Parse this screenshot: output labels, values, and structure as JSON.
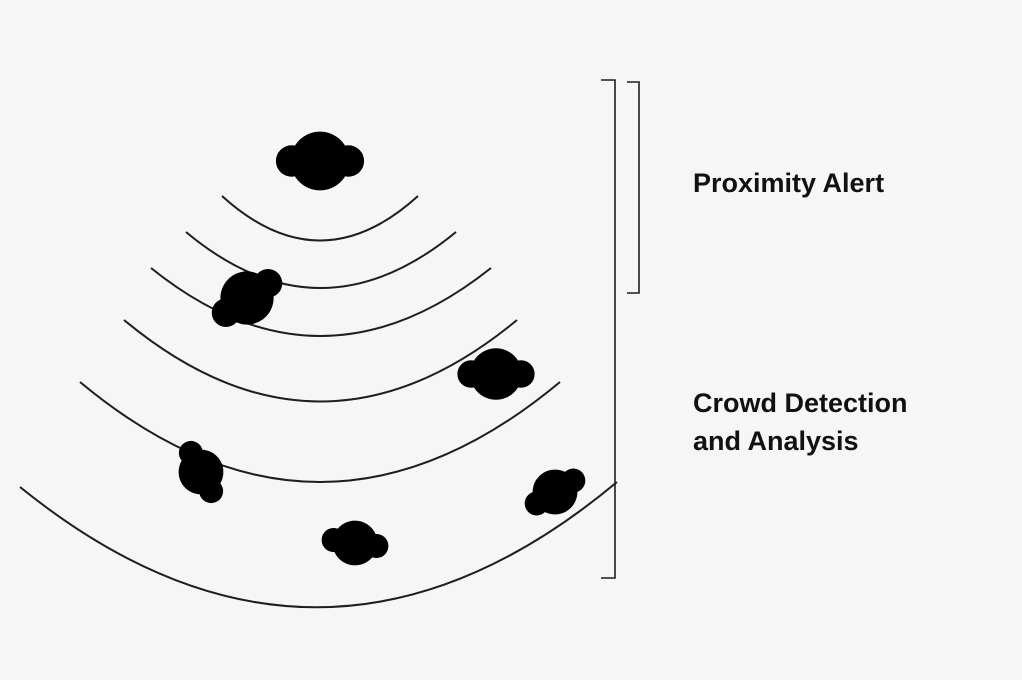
{
  "labels": {
    "proximity": "Proximity Alert",
    "crowd_line1": "Crowd Detection",
    "crowd_line2": "and Analysis"
  },
  "colors": {
    "background": "#f6f6f6",
    "stroke": "#1e1e1e",
    "person_fill": "#ffffff",
    "text": "#111111"
  },
  "icons": [
    "person-top-view-icon"
  ]
}
